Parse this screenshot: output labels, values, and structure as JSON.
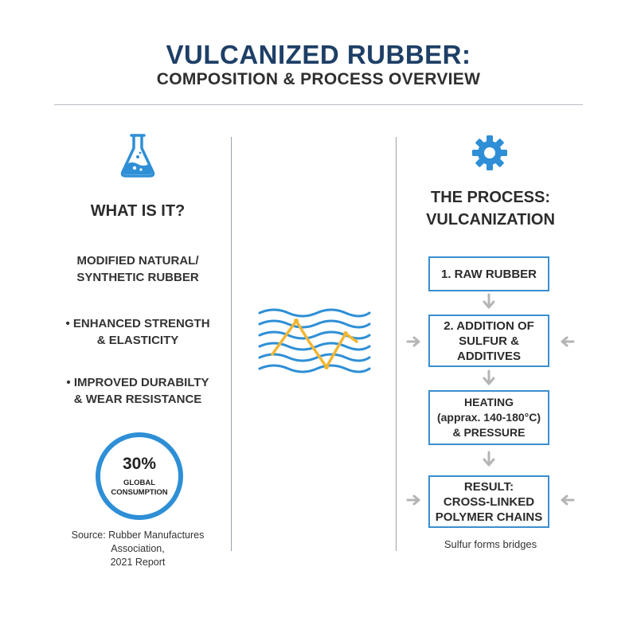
{
  "header": {
    "title": "VULCANIZED RUBBER:",
    "subtitle": "COMPOSITION & PROCESS OVERVIEW"
  },
  "left": {
    "icon": "flask-icon",
    "heading": "WHAT IS IT?",
    "point1": "MODIFIED NATURAL/\nSYNTHETIC RUBBER",
    "point2": "• ENHANCED STRENGTH\n& ELASTICITY",
    "point3": "• IMPROVED DURABILTY\n& WEAR RESISTANCE",
    "stat": {
      "value": "30%",
      "label": "GLOBAL\nCONSUMPTION"
    },
    "source": "Source: Rubber Manufactures Association,\n2021 Report"
  },
  "middle": {
    "icon": "polymer-chains-icon"
  },
  "right": {
    "icon": "gear-icon",
    "heading": "THE PROCESS:\nVULCANIZATION",
    "steps": [
      "1. RAW RUBBER",
      "2. ADDITION OF\nSULFUR &\nADDITIVES",
      "HEATING\n(apprax. 140-180°C)\n& PRESSURE",
      "RESULT:\nCROSS-LINKED\nPOLYMER CHAINS"
    ],
    "caption": "Sulfur forms bridges"
  },
  "colors": {
    "title": "#1e3f66",
    "accent_blue": "#2e8fd6",
    "accent_yellow": "#f2b632",
    "arrow_gray": "#b5b5b5"
  }
}
